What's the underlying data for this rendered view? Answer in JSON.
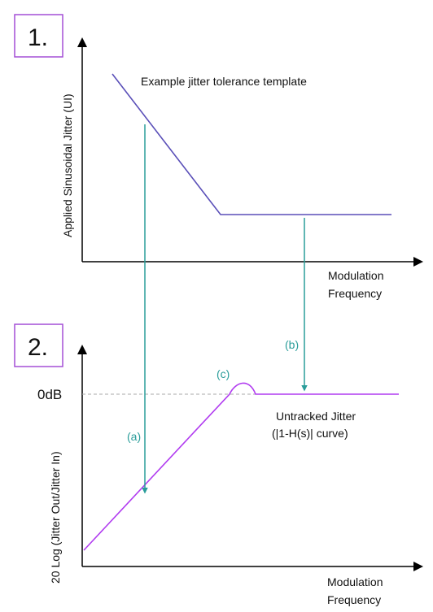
{
  "panel1": {
    "number": "1.",
    "y_axis_label": "Applied Sinusoidal Jitter (UI)",
    "x_axis_label_line1": "Modulation",
    "x_axis_label_line2": "Frequency",
    "curve_label": "Example jitter tolerance template"
  },
  "panel2": {
    "number": "2.",
    "y_axis_label": "20 Log (Jitter Out/Jitter In)",
    "x_axis_label_line1": "Modulation",
    "x_axis_label_line2": "Frequency",
    "zero_db_label": "0dB",
    "curve_label_line1": "Untracked Jitter",
    "curve_label_line2": "(|1-H(s)| curve)"
  },
  "markers": {
    "a": "(a)",
    "b": "(b)",
    "c": "(c)"
  },
  "colors": {
    "template_line": "#5a4fb8",
    "untracked_curve": "#b13cf0",
    "arrow": "#2a9d9a",
    "box_border": "#a44fd6",
    "axis": "#000000",
    "dashed_reference": "#aaaaaa"
  }
}
